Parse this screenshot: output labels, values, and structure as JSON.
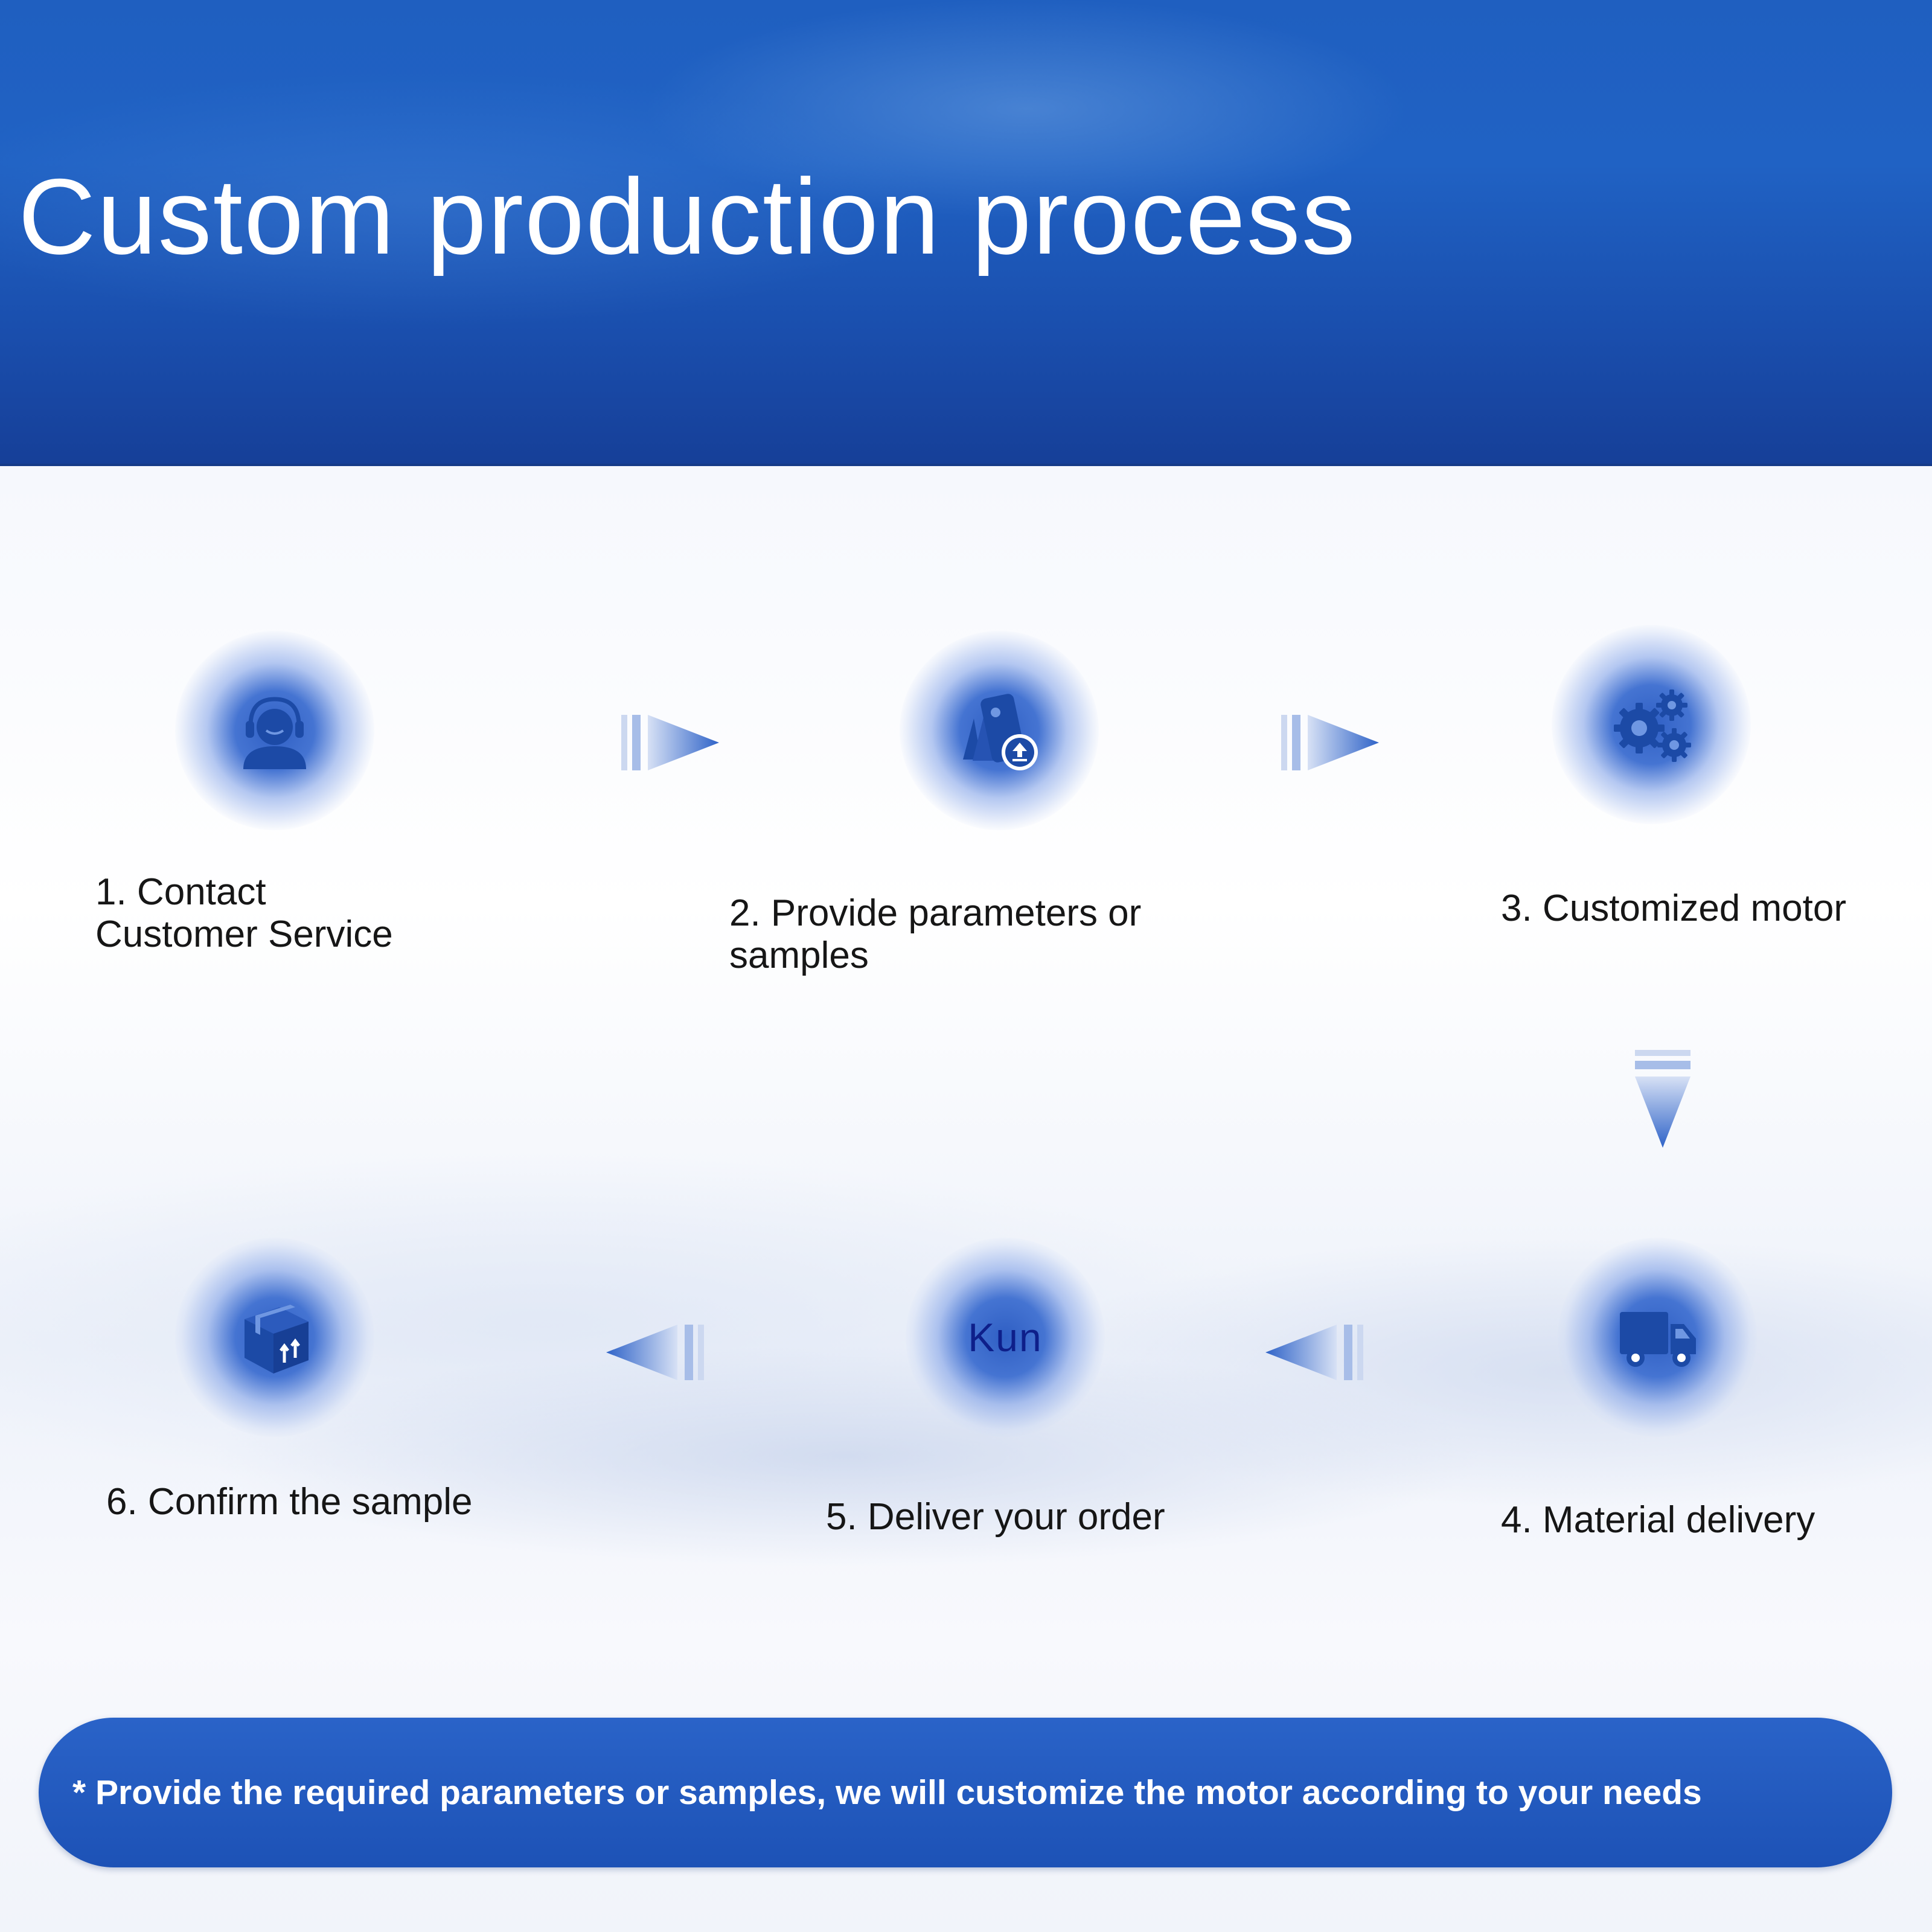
{
  "header": {
    "title": "Custom production process"
  },
  "steps": [
    {
      "label": "1. Contact\nCustomer Service",
      "icon": "customer-service-icon"
    },
    {
      "label": "2. Provide parameters or\nsamples",
      "icon": "upload-files-icon"
    },
    {
      "label": "3. Customized motor",
      "icon": "gears-icon"
    },
    {
      "label": "4. Material delivery",
      "icon": "delivery-truck-icon"
    },
    {
      "label": "5. Deliver your order",
      "icon": "kun-logo",
      "logo_text": "Kun"
    },
    {
      "label": "6. Confirm the sample",
      "icon": "package-box-icon"
    }
  ],
  "note": {
    "text": "* Provide the required parameters or samples, we will customize the motor according to your needs"
  },
  "colors": {
    "header_blue": "#1f5fc0",
    "icon_blue": "#1c4aa6",
    "note_blue": "#2160c4"
  }
}
